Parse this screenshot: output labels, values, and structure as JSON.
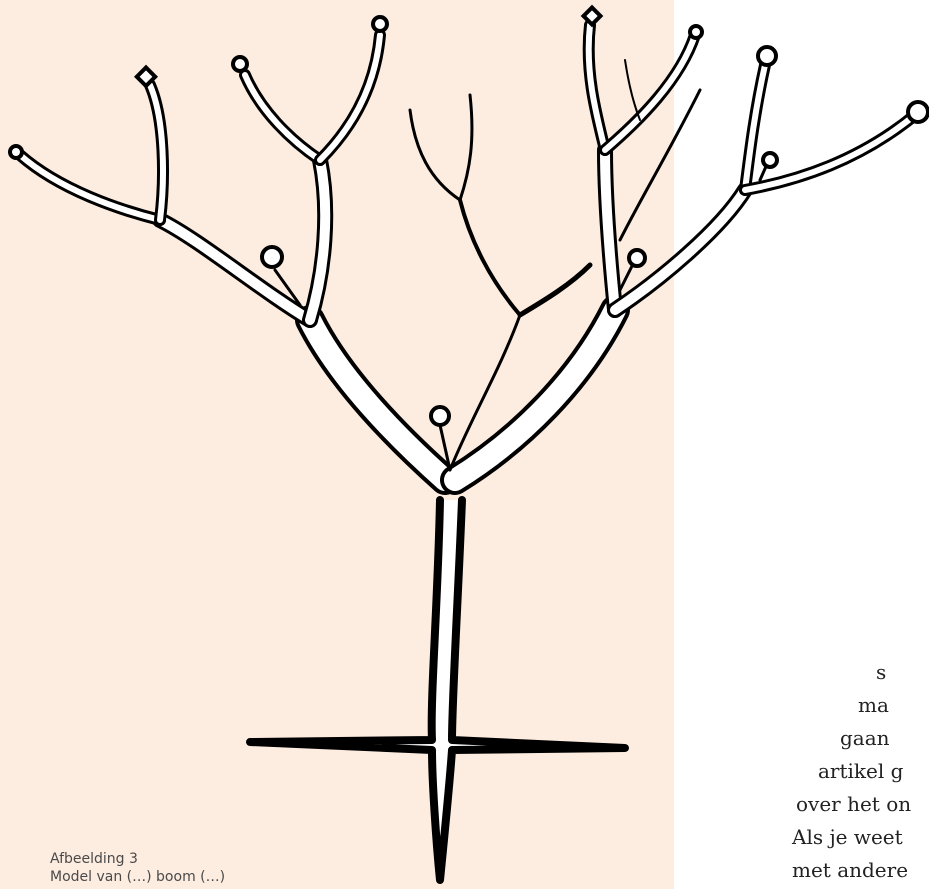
{
  "panel": {
    "background_color": "#fdece0"
  },
  "tree": {
    "stroke_color": "#000000",
    "fill_color": "#ffffff"
  },
  "caption": {
    "line1": "Afbeelding 3",
    "line2": "Model van (…) boom (…)"
  },
  "body_text": {
    "lines": [
      "s",
      "ma",
      "gaan",
      "artikel g",
      "over het on",
      "Als je weet",
      "met andere"
    ]
  }
}
